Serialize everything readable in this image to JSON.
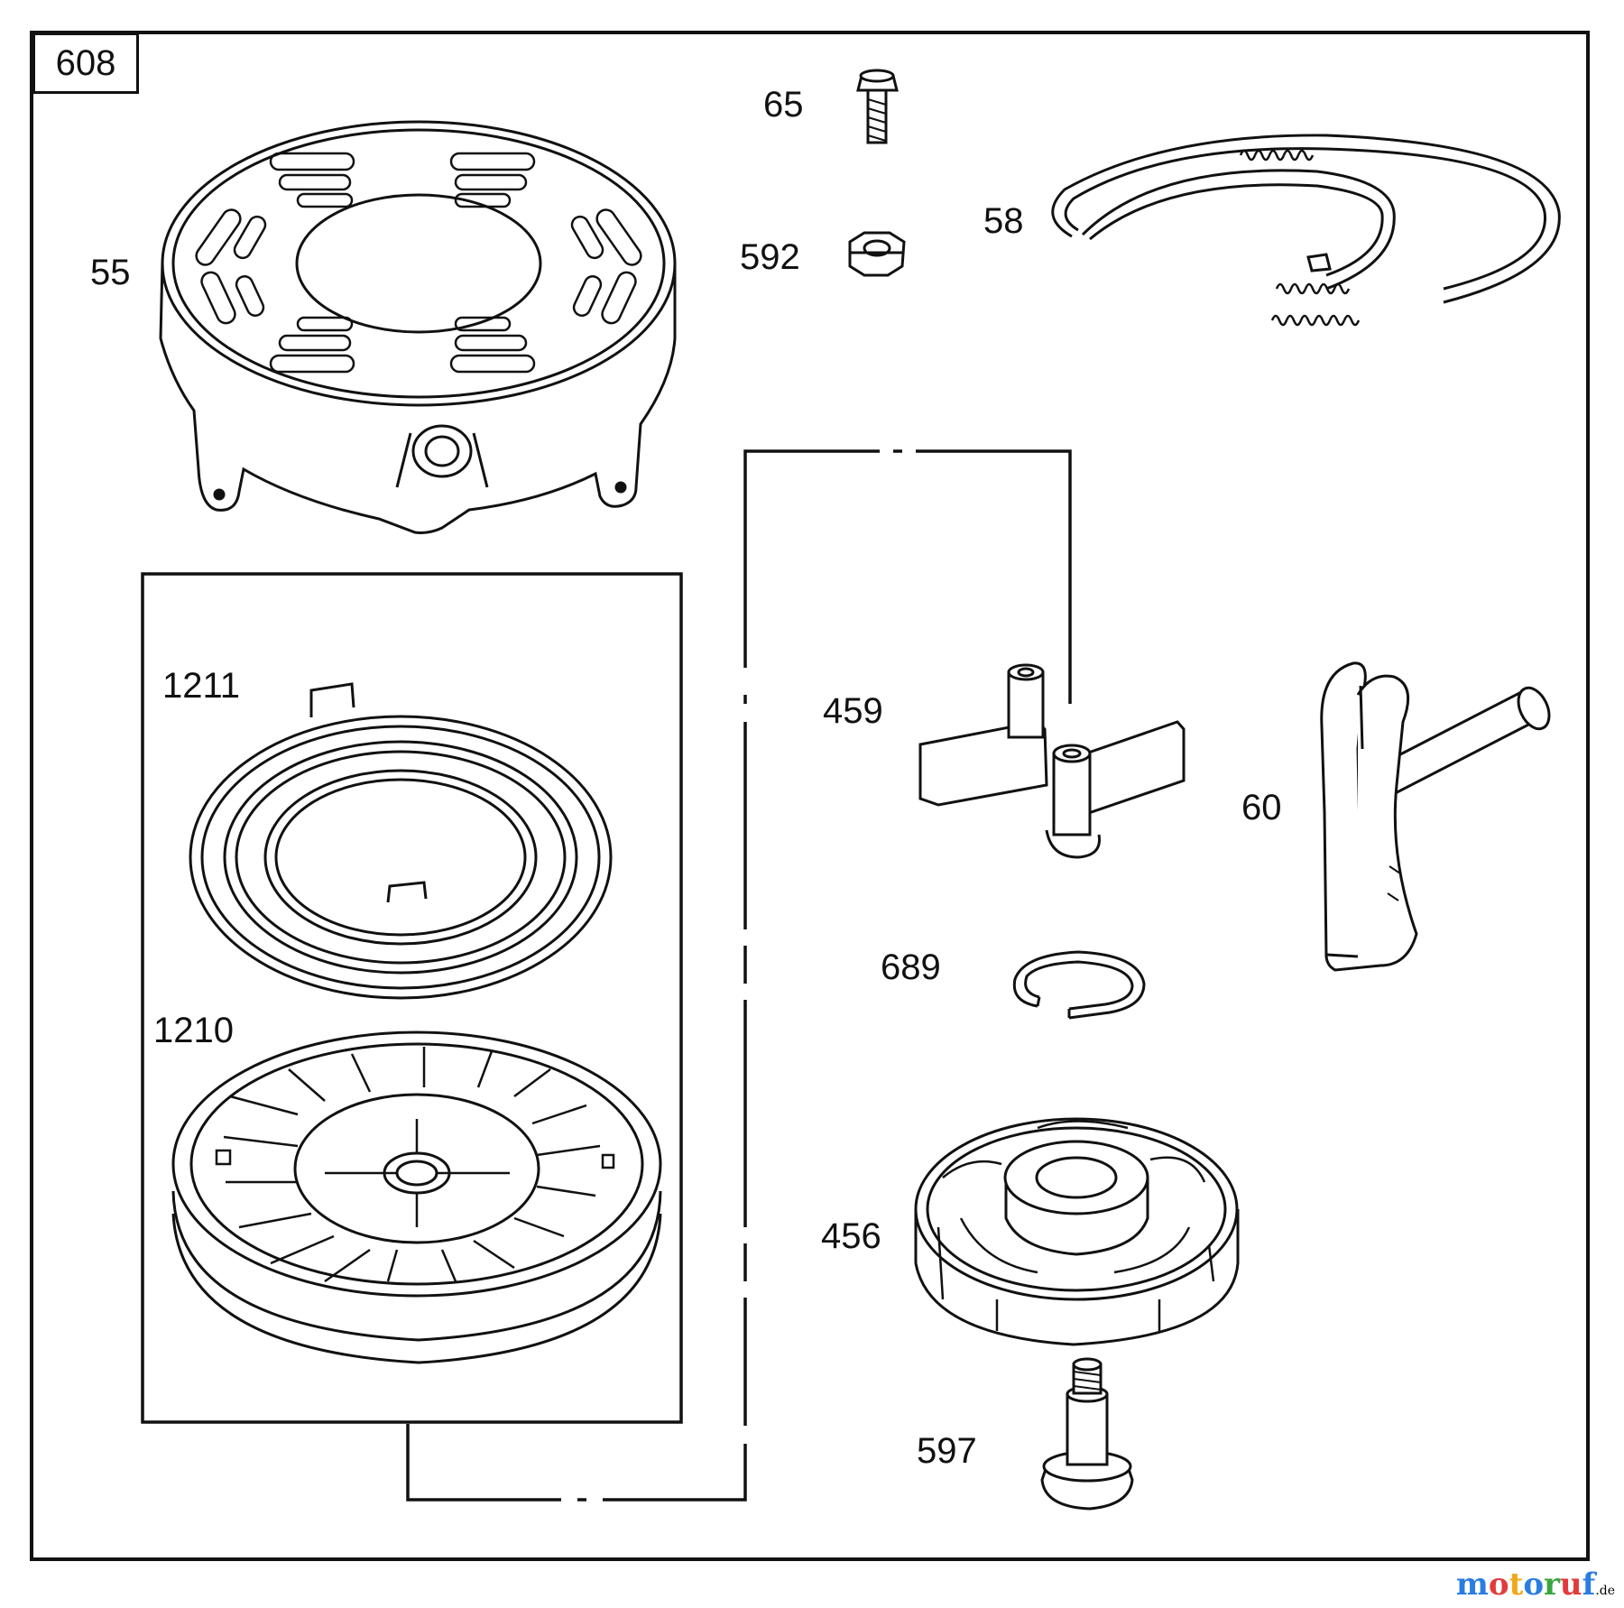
{
  "diagram": {
    "box_label": "608",
    "callouts": {
      "p55": "55",
      "p65": "65",
      "p592": "592",
      "p58": "58",
      "p1211": "1211",
      "p1210": "1210",
      "p459": "459",
      "p60": "60",
      "p689": "689",
      "p456": "456",
      "p597": "597"
    }
  },
  "watermark": {
    "text": "motoruf",
    "tld": ".de",
    "colors": [
      "#2a7de1",
      "#e23b3b",
      "#f0a81c",
      "#2a7de1",
      "#3aa640",
      "#e23b3b",
      "#2a7de1"
    ]
  }
}
